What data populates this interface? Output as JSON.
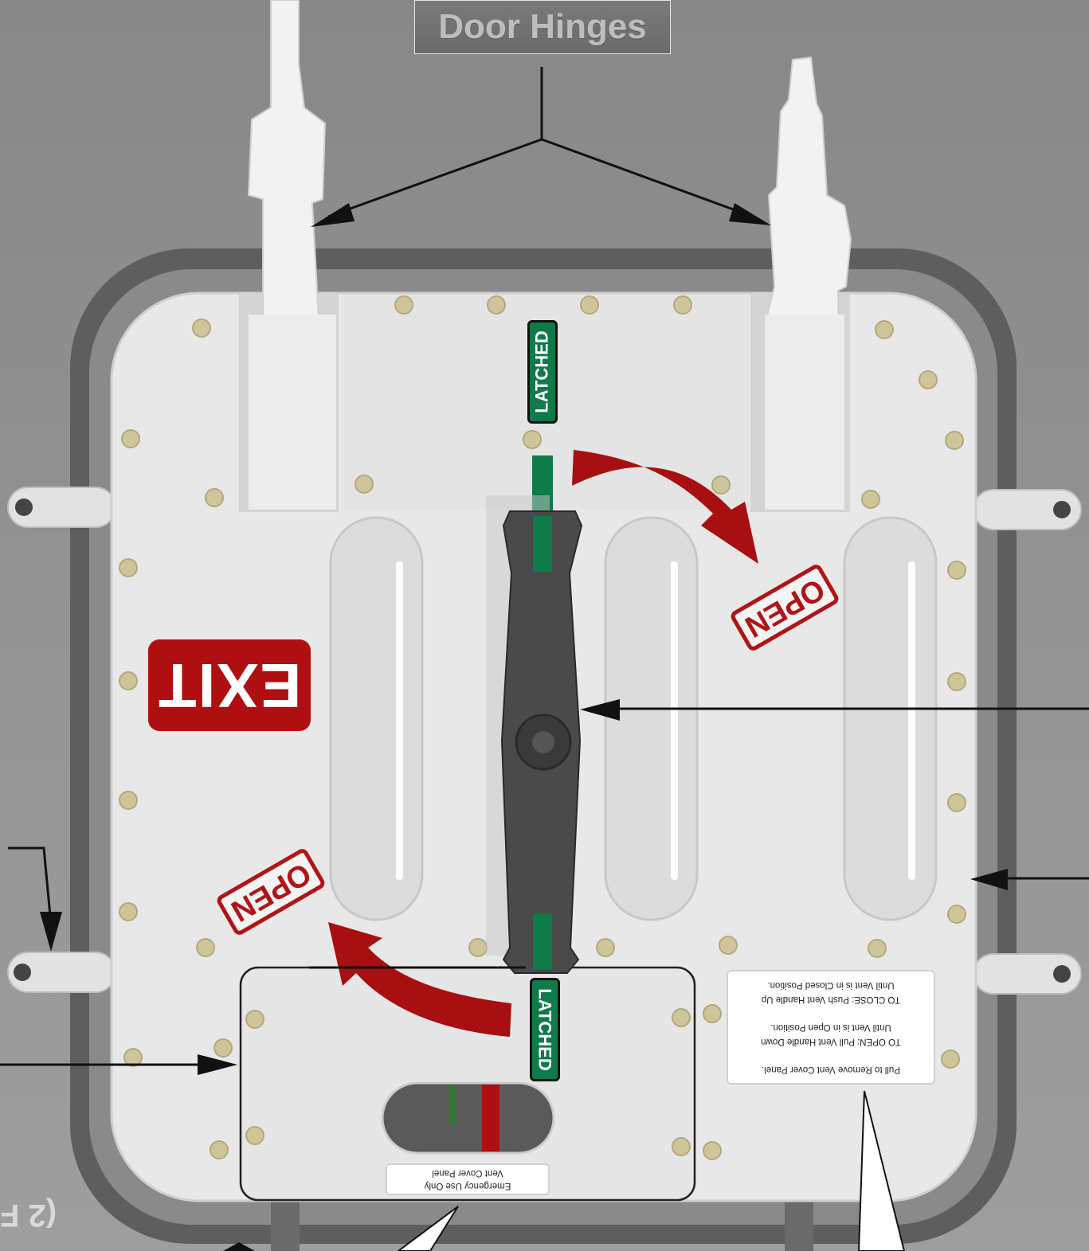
{
  "diagram": {
    "title": "Door Hinges",
    "exit_label": "EXIT",
    "open_label_top": "OPEN",
    "open_label_bottom": "OPEN",
    "latched_top": "LATCHED",
    "latched_bottom": "LATCHED",
    "instructions": {
      "line1": "Pull to Remove Vent Cover Panel.",
      "line2": "TO OPEN: Pull Vent Handle Down",
      "line3": "Until Vent is in Open Position.",
      "line4": "TO CLOSE: Push Vent Handle Up",
      "line5": "Until Vent is in Closed Position."
    },
    "cover_panel_label": {
      "line1": "Emergency Use Only",
      "line2": "Vent Cover Panel"
    },
    "edge_fragment": "(2 F"
  },
  "colors": {
    "background": "#9a9a9a",
    "frame": "#5e5e5e",
    "panel": "#e8e8e8",
    "handle": "#4a4a4a",
    "accent_red": "#b00f12",
    "latched_green": "#0f7a4a",
    "rivet": "#cfc59a"
  }
}
